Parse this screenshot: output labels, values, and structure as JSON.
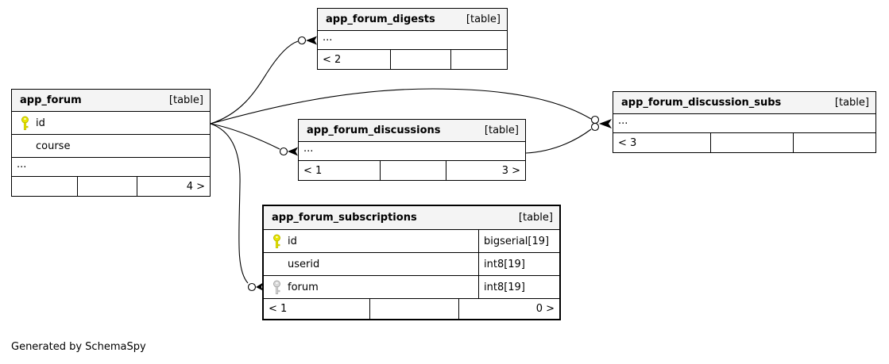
{
  "footer_note": "Generated by SchemaSpy",
  "colors": {
    "header_bg": "#f4f4f4",
    "border": "#000000",
    "primary_key": "#e9e600",
    "foreign_key": "#d9d9d9"
  },
  "tables": [
    {
      "name": "app_forum",
      "type_label": "[table]",
      "columns": [
        {
          "icon": "primary-key-icon",
          "name": "id"
        },
        {
          "icon": "",
          "name": "course"
        }
      ],
      "ellipsis": "...",
      "footer": [
        "",
        "",
        "4 >"
      ]
    },
    {
      "name": "app_forum_digests",
      "type_label": "[table]",
      "ellipsis": "...",
      "footer": [
        "< 2",
        "",
        ""
      ]
    },
    {
      "name": "app_forum_discussions",
      "type_label": "[table]",
      "ellipsis": "...",
      "footer": [
        "< 1",
        "",
        "3 >"
      ]
    },
    {
      "name": "app_forum_discussion_subs",
      "type_label": "[table]",
      "ellipsis": "...",
      "footer": [
        "< 3",
        "",
        ""
      ]
    },
    {
      "name": "app_forum_subscriptions",
      "type_label": "[table]",
      "columns": [
        {
          "icon": "primary-key-icon",
          "name": "id",
          "type": "bigserial[19]"
        },
        {
          "icon": "",
          "name": "userid",
          "type": "int8[19]"
        },
        {
          "icon": "foreign-key-icon",
          "name": "forum",
          "type": "int8[19]"
        }
      ],
      "footer": [
        "< 1",
        "",
        "0 >"
      ]
    }
  ],
  "edges": [
    {
      "from": "app_forum.id",
      "to": "app_forum_digests"
    },
    {
      "from": "app_forum.id",
      "to": "app_forum_discussion_subs"
    },
    {
      "from": "app_forum.id",
      "to": "app_forum_discussions"
    },
    {
      "from": "app_forum.id",
      "to": "app_forum_subscriptions.forum"
    },
    {
      "from": "app_forum_discussions",
      "to": "app_forum_discussion_subs"
    }
  ]
}
